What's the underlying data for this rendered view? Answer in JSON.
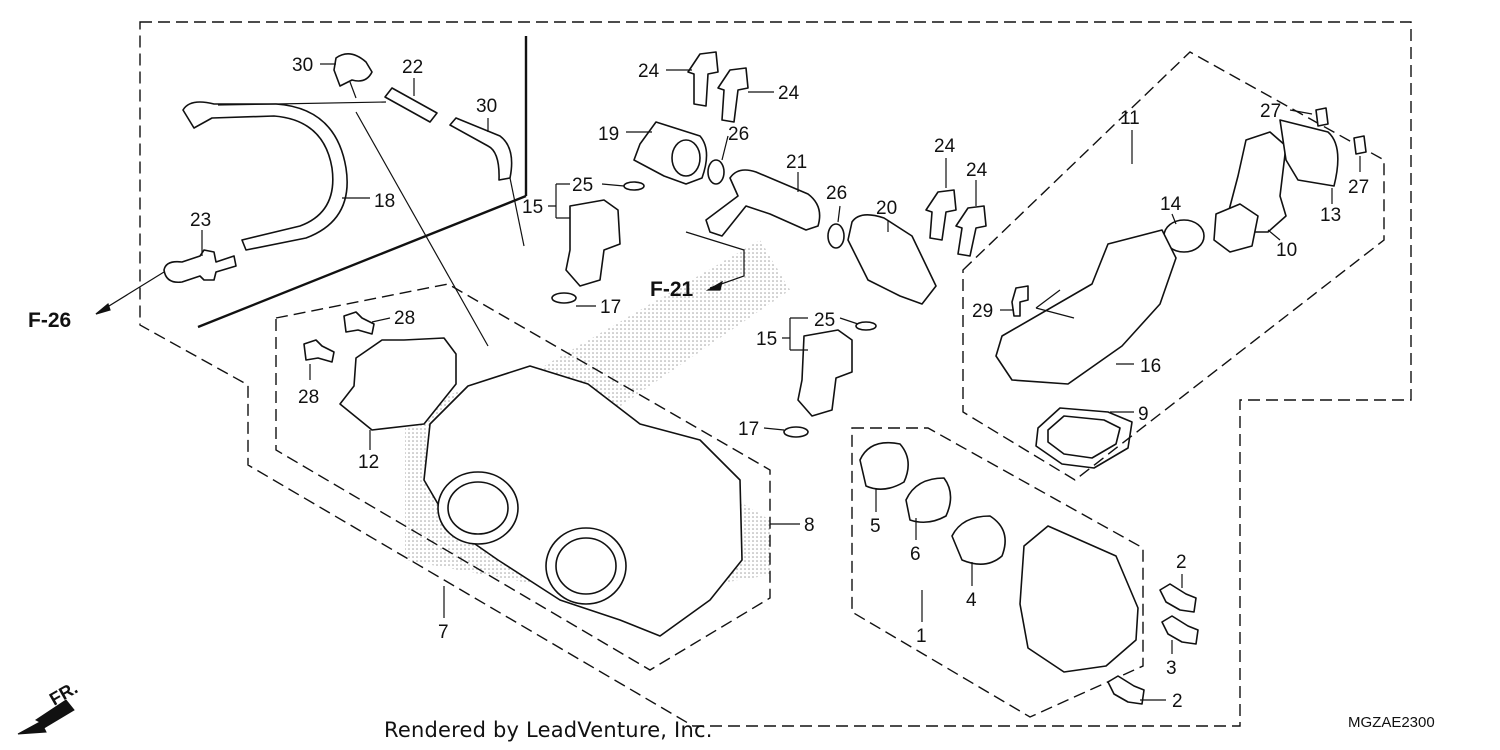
{
  "credit": "Rendered by LeadVenture, Inc.",
  "diagram_code": "MGZAE2300",
  "refs": {
    "f26": "F-26",
    "f21": "F-21"
  },
  "front_arrow": "FR.",
  "callouts": {
    "c30a": "30",
    "c22": "22",
    "c30b": "30",
    "c18": "18",
    "c23": "23",
    "c24a": "24",
    "c24b": "24",
    "c19": "19",
    "c26a": "26",
    "c25a": "25",
    "c15a": "15",
    "c21": "21",
    "c26b": "26",
    "c17a": "17",
    "c24c": "24",
    "c24d": "24",
    "c20": "20",
    "c25b": "25",
    "c15b": "15",
    "c17b": "17",
    "c28a": "28",
    "c28b": "28",
    "c12": "12",
    "c8": "8",
    "c7": "7",
    "c11": "11",
    "c27a": "27",
    "c27b": "27",
    "c14": "14",
    "c13": "13",
    "c10": "10",
    "c29": "29",
    "c16": "16",
    "c9": "9",
    "c5": "5",
    "c6": "6",
    "c4": "4",
    "c1": "1",
    "c2a": "2",
    "c3": "3",
    "c2b": "2"
  },
  "colors": {
    "ink": "#111111",
    "stipple": "#9a9a9a"
  }
}
